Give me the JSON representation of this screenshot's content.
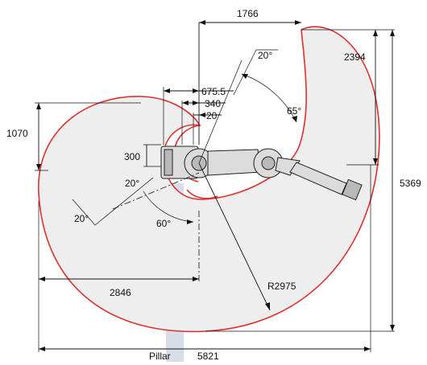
{
  "dimensions": {
    "d1766": "1766",
    "d2394": "2394",
    "d5369": "5369",
    "d675": "675.5",
    "d340": "340",
    "d20": "20",
    "d1070": "1070",
    "d300": "300",
    "d2846": "2846",
    "r2975": "R2975",
    "d5821": "5821"
  },
  "angles": {
    "a20_top": "20°",
    "a65": "65°",
    "a20_left": "20°",
    "a20_bottom": "20°",
    "a60": "60°"
  },
  "labels": {
    "pillar": "Pillar"
  },
  "colors": {
    "envelope_stroke": "#e03030",
    "envelope_fill": "#eeeeee",
    "pillar_fill": "#c9d3df"
  }
}
